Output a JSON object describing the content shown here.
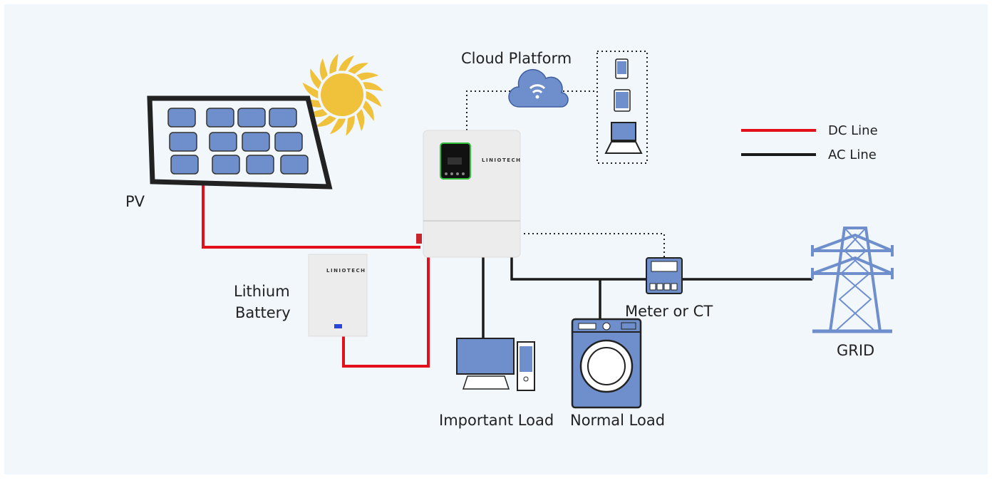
{
  "labels": {
    "pv": "PV",
    "cloud": "Cloud Platform",
    "battery_line1": "Lithium",
    "battery_line2": "Battery",
    "important_load": "Important Load",
    "normal_load": "Normal Load",
    "meter": "Meter or CT",
    "grid": "GRID"
  },
  "legend": [
    {
      "label": "DC Line",
      "color": "#e3101b"
    },
    {
      "label": "AC  Line",
      "color": "#1a1a1a"
    }
  ],
  "brand": "LINIOTECH",
  "colors": {
    "background": "#f2f7fc",
    "dc_line": "#e3101b",
    "ac_line": "#1a1a1a",
    "device_blue": "#6f8fcc",
    "sun": "#f0c23c",
    "inverter_screen_border": "#2fbf3a"
  },
  "icons": [
    "solar-panel",
    "sun",
    "cloud-wifi",
    "phone",
    "tablet",
    "laptop",
    "inverter",
    "battery",
    "desktop-computer",
    "washing-machine",
    "electric-meter",
    "transmission-tower"
  ]
}
